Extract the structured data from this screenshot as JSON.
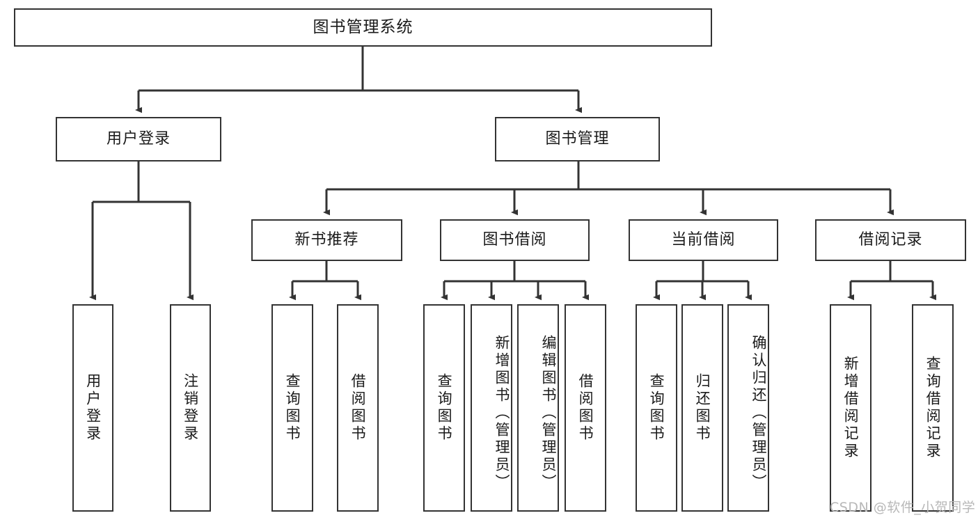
{
  "diagram": {
    "title": "图书管理系统",
    "type": "tree-hierarchy",
    "watermark": "CSDN @软件_小贺同学",
    "colors": {
      "stroke": "#333333",
      "fill": "#ffffff",
      "text": "#1a1a1a",
      "watermark": "#b8b8b8"
    }
  },
  "nodes": {
    "root": {
      "label": "图书管理系统",
      "level": 1
    },
    "level2": [
      {
        "id": "user-login",
        "label": "用户登录"
      },
      {
        "id": "book-manage",
        "label": "图书管理"
      }
    ],
    "level3": [
      {
        "id": "new-book-recommend",
        "label": "新书推荐",
        "parent": "book-manage"
      },
      {
        "id": "book-borrow",
        "label": "图书借阅",
        "parent": "book-manage"
      },
      {
        "id": "current-borrow",
        "label": "当前借阅",
        "parent": "book-manage"
      },
      {
        "id": "borrow-record",
        "label": "借阅记录",
        "parent": "book-manage"
      }
    ],
    "leaves": [
      {
        "id": "leaf-user-login",
        "label": "用户登录",
        "parent": "user-login"
      },
      {
        "id": "leaf-logout",
        "label": "注销登录",
        "parent": "user-login"
      },
      {
        "id": "leaf-query-book-1",
        "label": "查询图书",
        "parent": "new-book-recommend"
      },
      {
        "id": "leaf-borrow-book-1",
        "label": "借阅图书",
        "parent": "new-book-recommend"
      },
      {
        "id": "leaf-query-book-2",
        "label": "查询图书",
        "parent": "book-borrow"
      },
      {
        "id": "leaf-add-book",
        "label": "新增图书（管理员）",
        "parent": "book-borrow"
      },
      {
        "id": "leaf-edit-book",
        "label": "编辑图书（管理员）",
        "parent": "book-borrow"
      },
      {
        "id": "leaf-borrow-book-2",
        "label": "借阅图书",
        "parent": "book-borrow"
      },
      {
        "id": "leaf-query-book-3",
        "label": "查询图书",
        "parent": "current-borrow"
      },
      {
        "id": "leaf-return-book",
        "label": "归还图书",
        "parent": "current-borrow"
      },
      {
        "id": "leaf-confirm-return",
        "label": "确认归还（管理员）",
        "parent": "current-borrow"
      },
      {
        "id": "leaf-add-record",
        "label": "新增借阅记录",
        "parent": "borrow-record"
      },
      {
        "id": "leaf-query-record",
        "label": "查询借阅记录",
        "parent": "borrow-record"
      }
    ]
  }
}
